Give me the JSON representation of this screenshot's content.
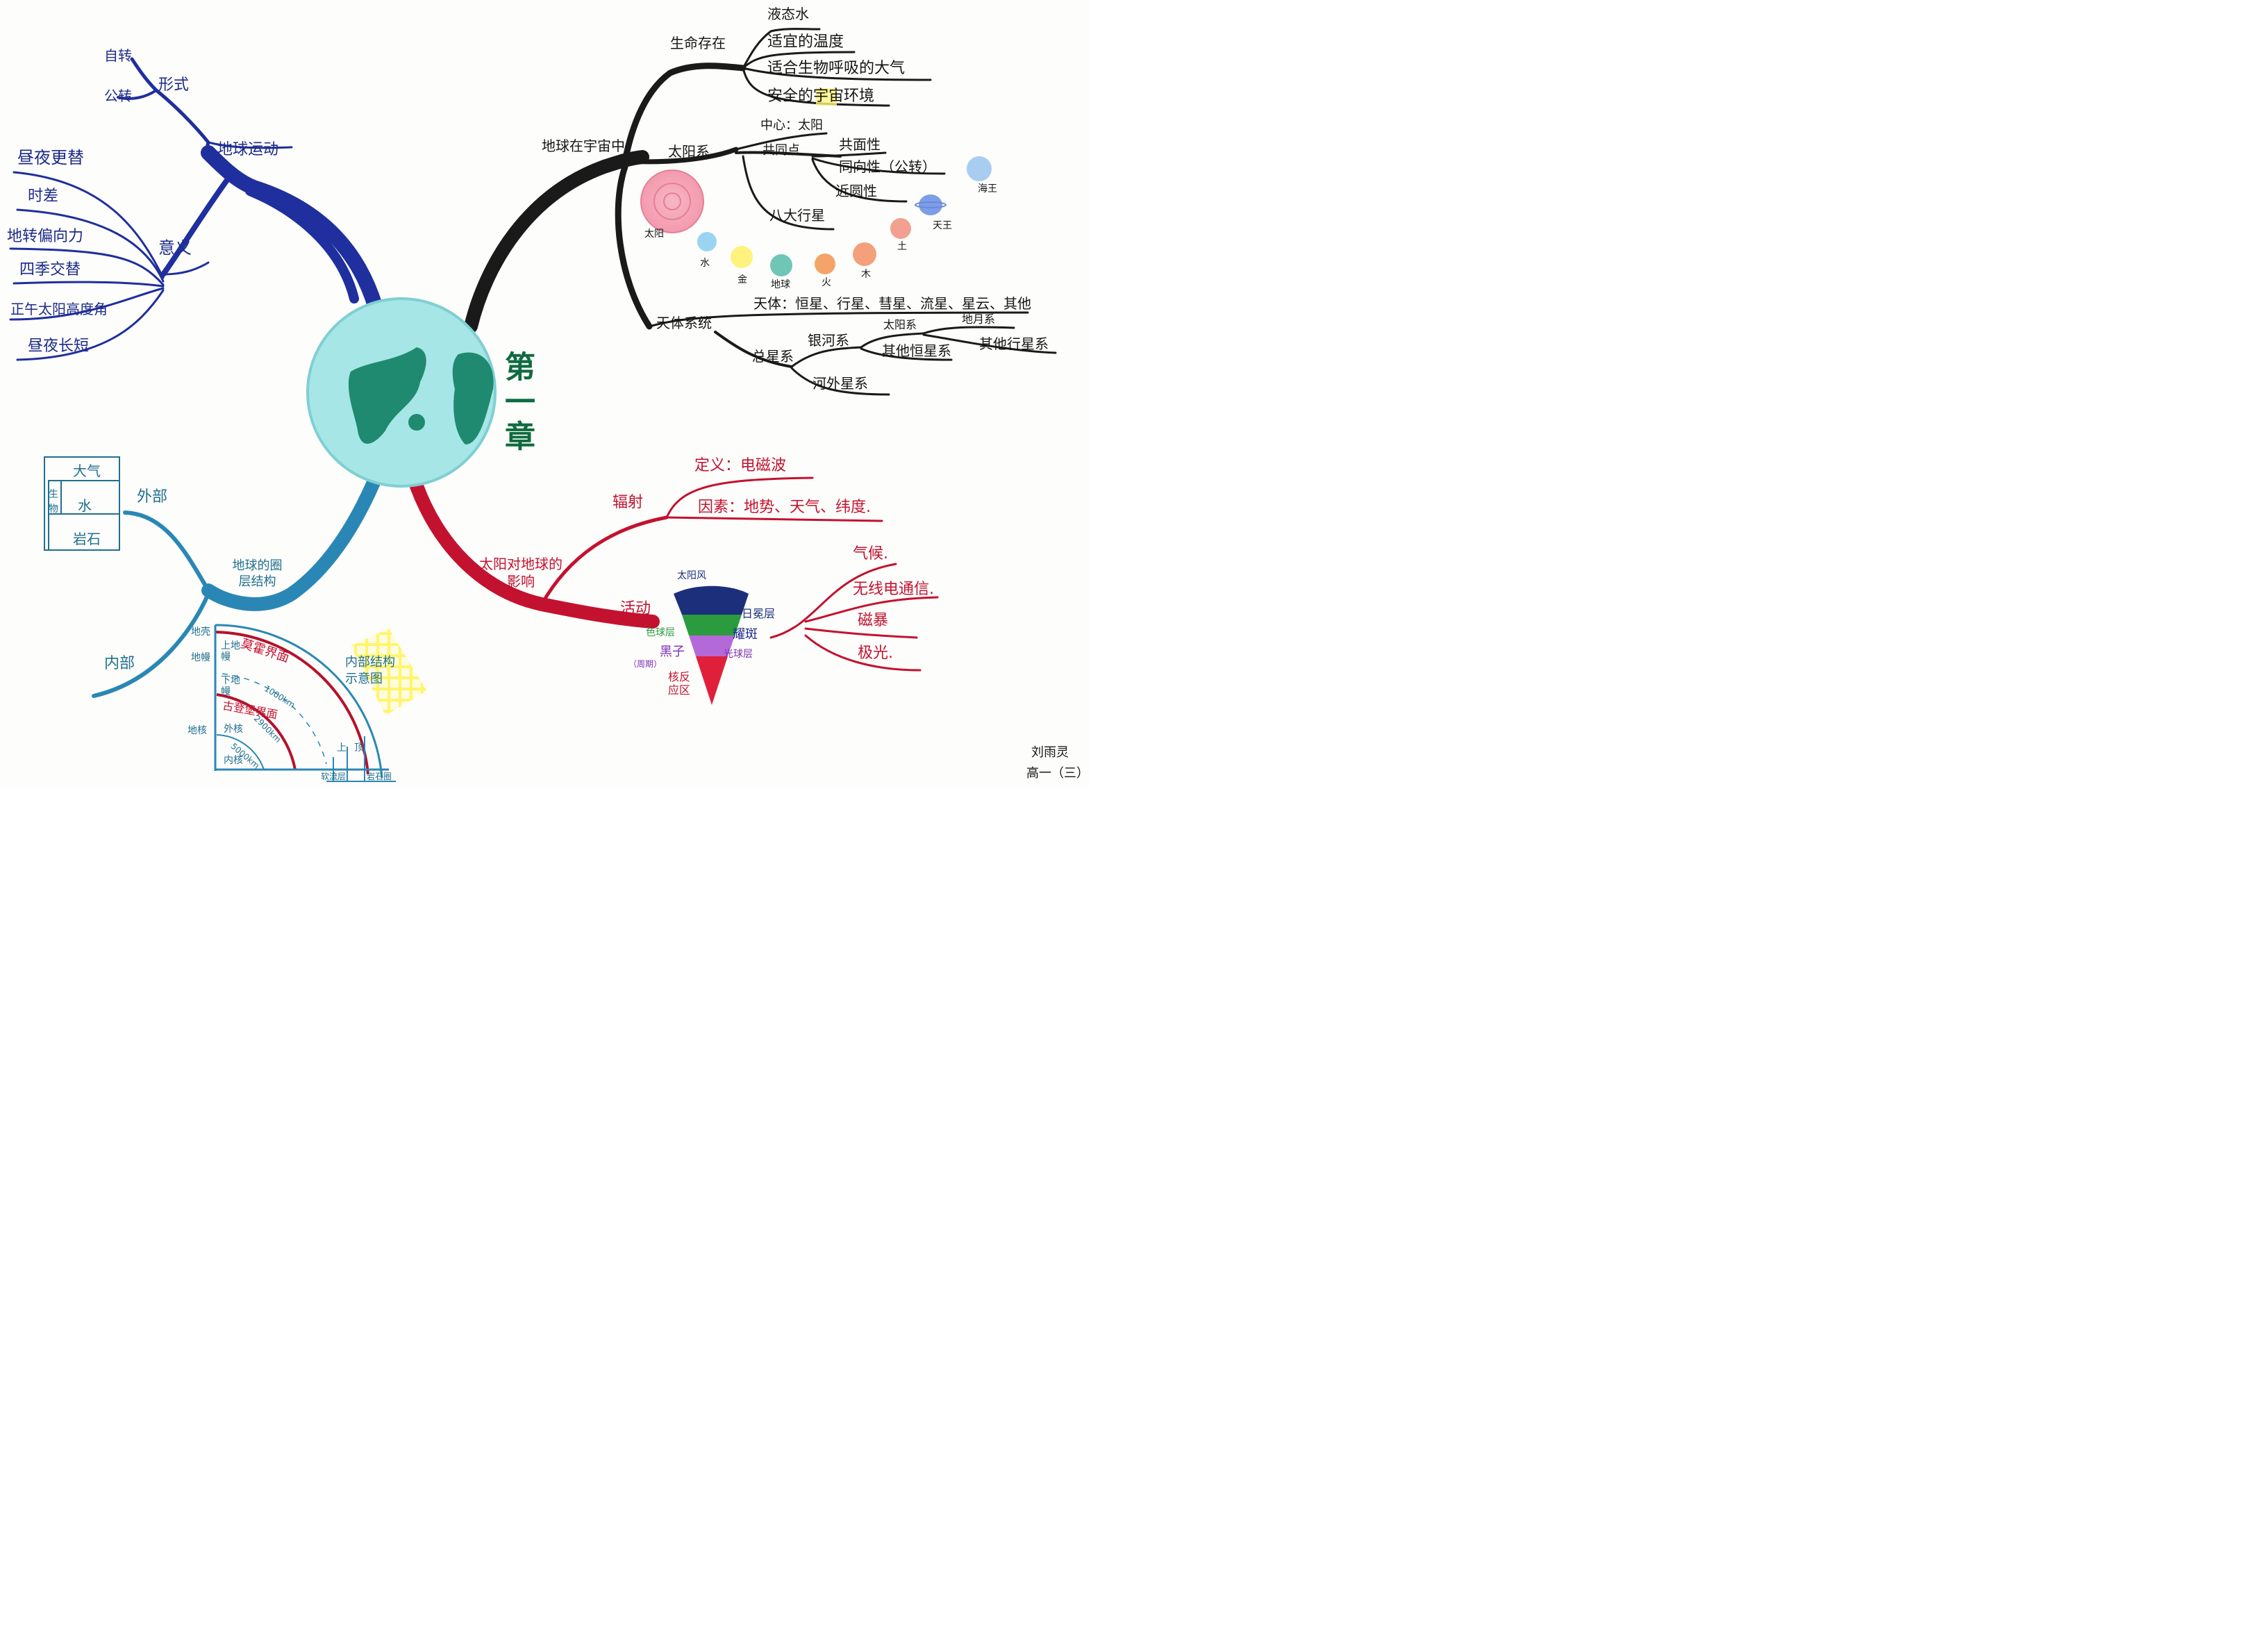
{
  "central": {
    "title": "第一章"
  },
  "motion": {
    "branch": "地球运动",
    "forms": {
      "label": "形式",
      "items": [
        "自转",
        "公转"
      ]
    },
    "significance": {
      "label": "意义",
      "items": [
        "昼夜更替",
        "时差",
        "地转偏向力",
        "四季交替",
        "正午太阳高度角",
        "昼夜长短"
      ]
    }
  },
  "universe": {
    "branch": "地球在宇宙中",
    "life": {
      "label": "生命存在",
      "items": [
        "液态水",
        "适宜的温度",
        "适合生物呼吸的大气",
        "安全的宇宙环境"
      ]
    },
    "solar_system": {
      "label": "太阳系",
      "center": "中心：太阳",
      "common": "共同点",
      "common_items": [
        "共面性",
        "同向性（公转）",
        "近圆性"
      ],
      "planets_label": "八大行星",
      "bodies": [
        "太阳",
        "水",
        "金",
        "地球",
        "火",
        "木",
        "土",
        "天王",
        "海王"
      ]
    },
    "celestial_systems": {
      "label": "天体系统",
      "bodies": "天体：恒星、行星、彗星、流星、星云、其他",
      "total": "总星系",
      "milky_way": "银河系",
      "solar": "太阳系",
      "earth_moon": "地月系",
      "other_stars": "其他恒星系",
      "other_planets": "其他行星系",
      "extragalactic": "河外星系"
    }
  },
  "sun_effect": {
    "branch": "太阳对地球的影响",
    "radiation": {
      "label": "辐射",
      "definition": "定义：电磁波",
      "factors": "因素：地势、天气、纬度."
    },
    "activity": {
      "label": "活动",
      "layers": [
        "太阳风",
        "日冕层",
        "色球层",
        "耀斑",
        "黑子",
        "（周期）",
        "光球层",
        "核反应区"
      ],
      "effects": [
        "气候.",
        "无线电通信.",
        "磁暴",
        "极光."
      ]
    }
  },
  "structure": {
    "branch": "地球的圈层结构",
    "external": {
      "label": "外部",
      "spheres": [
        "大气",
        "水",
        "岩石",
        "生物"
      ]
    },
    "internal": {
      "label": "内部",
      "caption": "内部结构示意图",
      "crust": "地壳",
      "mantle": "地幔",
      "core": "地核",
      "upper_mantle": "上地幔",
      "lower_mantle": "下地幔",
      "moho": "莫霍界面",
      "gutenberg": "古登堡界面",
      "outer_core": "外核",
      "inner_core": "内核",
      "depth_1": "1000km",
      "depth_2": "2900km",
      "depth_3": "5000km",
      "asthenosphere": "软流层",
      "lithosphere": "岩石圈",
      "upper": "上",
      "top": "顶"
    }
  },
  "author": {
    "name": "刘雨灵",
    "class": "高一（三）"
  },
  "colors": {
    "motion": "#1d2a8a",
    "universe": "#151515",
    "sun": "#c3122f",
    "structure": "#2a87b5",
    "earth_water": "#9fe3e6",
    "earth_land": "#1f8a70"
  }
}
